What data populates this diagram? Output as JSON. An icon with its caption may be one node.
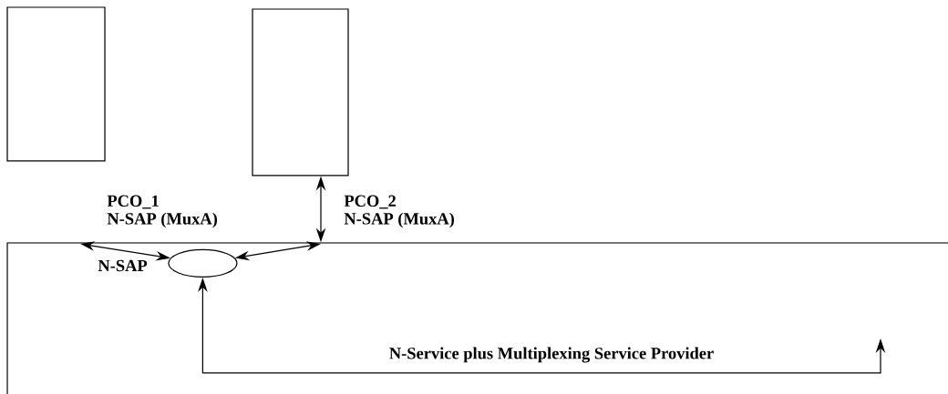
{
  "diagram": {
    "nodes": [
      {
        "text": [],
        "shape": "box"
      },
      {
        "text": [],
        "shape": "box"
      },
      {
        "text": [
          "N-Service plus Multiplexing Service Provider"
        ]
      },
      {
        "text": [],
        "shape": "ellipse",
        "beside": [
          "N-SAP"
        ],
        "in": 2
      }
    ],
    "edges": [
      {
        "from": 1,
        "to": 2,
        "arrow": "both"
      },
      {
        "from": null,
        "to": 3,
        "arrow": "both"
      },
      {
        "from": null,
        "to": 3,
        "arrow": "both"
      },
      {
        "from": 3,
        "to": null,
        "arrow": "both"
      }
    ],
    "labels": [
      "PCO_1",
      "N-SAP (MuxA)",
      "PCO_2",
      "N-SAP (MuxA)"
    ]
  }
}
